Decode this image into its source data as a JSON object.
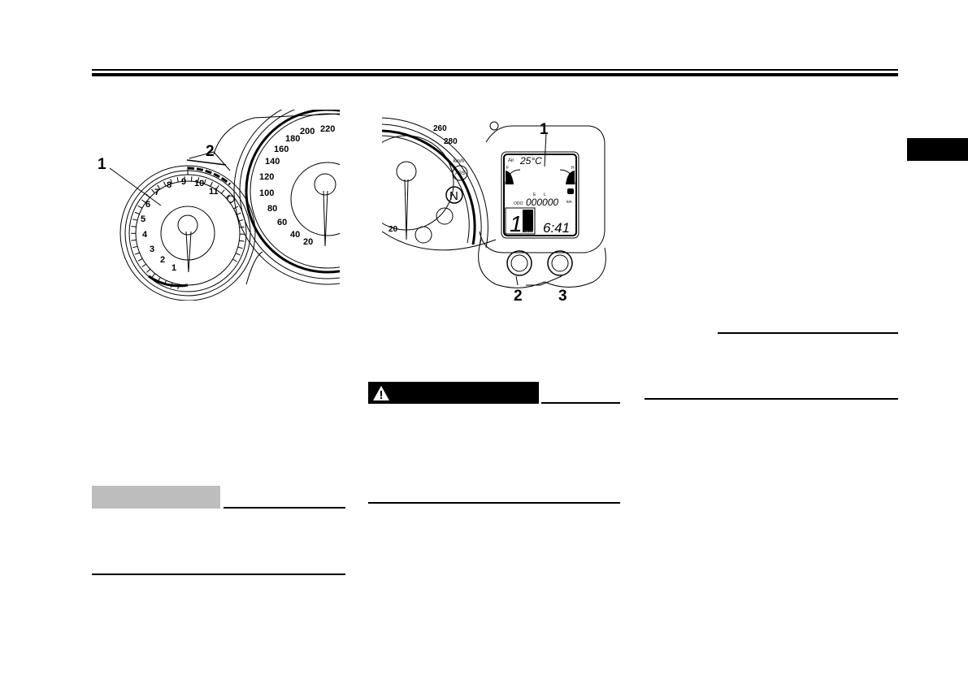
{
  "figure_left": {
    "callouts": [
      "1",
      "2"
    ],
    "tach_numbers": [
      "1",
      "2",
      "3",
      "4",
      "5",
      "6",
      "7",
      "8",
      "9",
      "10",
      "11"
    ],
    "speedo_numbers": [
      "20",
      "40",
      "60",
      "80",
      "100",
      "120",
      "140",
      "160",
      "180",
      "200",
      "220"
    ]
  },
  "figure_middle": {
    "callouts": [
      "1",
      "2",
      "3"
    ],
    "speedo_numbers": [
      "20",
      "260",
      "280"
    ],
    "unit_label": "km/h",
    "abs_label": "ABS",
    "neutral_label": "N",
    "lcd": {
      "air_label": "Air",
      "temperature": "25°C",
      "fuel_full": "F",
      "fuel_empty": "E",
      "temp_low": "L",
      "temp_high": "H",
      "odo_label": "ODO",
      "odometer": "000000",
      "odo_unit": "km",
      "gear": "1",
      "gear_label": "GEAR",
      "clock": "6:41"
    }
  }
}
